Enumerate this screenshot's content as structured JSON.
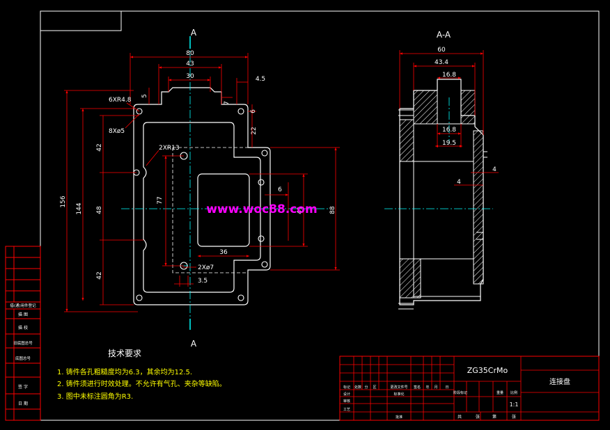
{
  "section_labels": {
    "section_top": "A",
    "section_bottom": "A",
    "section_view": "A-A"
  },
  "front_view": {
    "dims": {
      "w80": "80",
      "w43": "43",
      "w30": "30",
      "d4_5": "4.5",
      "d5": "5",
      "d7": "7",
      "d6": "6",
      "d22": "22",
      "h156": "156",
      "h144": "144",
      "h42a": "42",
      "h48": "48",
      "h42b": "42",
      "h77": "77",
      "h88": "88",
      "w36": "36",
      "d6b": "6",
      "d41": "41",
      "d3_5": "3.5"
    },
    "callouts": {
      "fillet_6": "6XR4.8",
      "holes_8": "8Xø5",
      "fillet_2": "2XR13",
      "holes_2": "2Xø7"
    }
  },
  "section_view": {
    "dims": {
      "w60": "60",
      "w43_4": "43.4",
      "w16_8a": "16.8",
      "w16_8b": "16.8",
      "w19_5": "19.5",
      "d4a": "4",
      "d4b": "4"
    }
  },
  "watermark": "www.woc88.com",
  "technical_requirements": {
    "title": "技术要求",
    "items": [
      "1. 铸件各孔粗糙度均为6.3，其余均为12.5.",
      "2. 铸件须进行时效处理。不允许有气孔、夹杂等缺陷。",
      "3. 图中未标注圆角为R3."
    ]
  },
  "title_block": {
    "material": "ZG35CrMo",
    "part_name": "连接盘",
    "scale": "1:1",
    "header_row": [
      "标记",
      "处数",
      "分",
      "区",
      "更改文件号",
      "签名",
      "年",
      "月",
      "日"
    ],
    "rows": [
      "设计",
      "审核",
      "工艺"
    ],
    "standardize": "标准化",
    "approve": "批准",
    "stage_labels": [
      "阶段标记",
      "重量",
      "比例"
    ],
    "sheet_labels": [
      "共",
      "张",
      "第",
      "张"
    ]
  },
  "left_strip": {
    "labels": [
      "借(通)用件登记",
      "描 图",
      "描 校",
      "旧底图总号",
      "底图总号",
      "签 字",
      "日 期"
    ]
  },
  "colors": {
    "background": "#000000",
    "frame": "#ffffff",
    "part_outline": "#ffffff",
    "dimension": "#ff0000",
    "centerline": "#00ffff",
    "title_block": "#ff0000",
    "watermark": "#ff00ff",
    "callout_text": "#ffff00",
    "hatch": "#ffffff"
  }
}
